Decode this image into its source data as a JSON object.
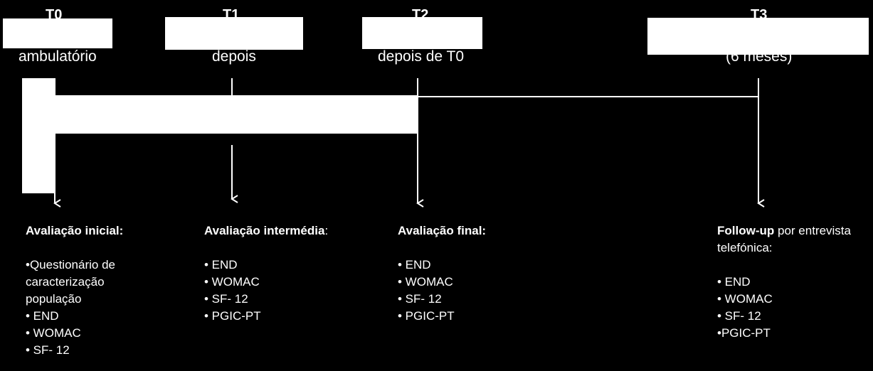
{
  "timepoints": [
    {
      "id": "T0",
      "label": "T0",
      "subtitle": "ambulatório"
    },
    {
      "id": "T1",
      "label": "T1",
      "subtitle": "depois"
    },
    {
      "id": "T2",
      "label": "T2",
      "subtitle": "depois de T0"
    },
    {
      "id": "T3",
      "label": "T3",
      "subtitle": "(6 meses)"
    }
  ],
  "columns": {
    "t0": {
      "title_bold": "Avaliação inicial:",
      "title_rest": "",
      "items": [
        "•Questionário de",
        "caracterização",
        "população",
        "• END",
        "• WOMAC",
        "• SF- 12"
      ]
    },
    "t1": {
      "title_bold": "Avaliação intermédia",
      "title_rest": ":",
      "items": [
        "• END",
        "• WOMAC",
        "• SF- 12",
        "• PGIC-PT"
      ]
    },
    "t2": {
      "title_bold": "Avaliação final:",
      "title_rest": "",
      "items": [
        "• END",
        "• WOMAC",
        "• SF- 12",
        "• PGIC-PT"
      ]
    },
    "t3": {
      "title_bold": "Follow-up",
      "title_rest": " por entrevista",
      "title_line2": "telefónica:",
      "items": [
        "• END",
        "• WOMAC",
        "• SF- 12",
        "•PGIC-PT"
      ]
    }
  }
}
